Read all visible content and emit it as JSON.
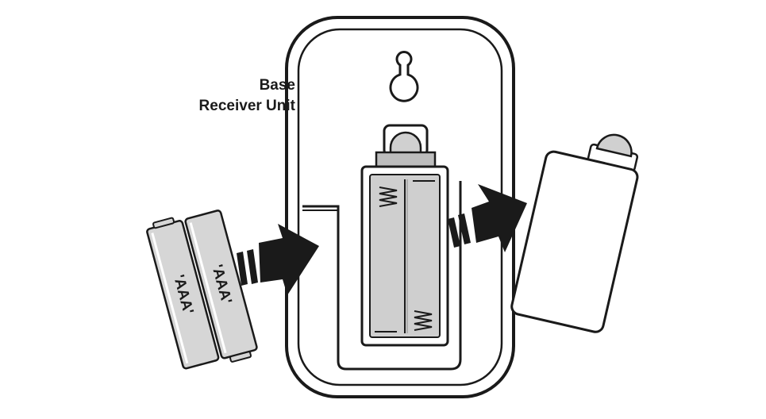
{
  "label": {
    "line1": "Base",
    "line2": "Receiver Unit"
  },
  "batteries": [
    {
      "label": "'AAA'"
    },
    {
      "label": "'AAA'"
    }
  ],
  "colors": {
    "outline": "#1a1a1a",
    "compartment_fill": "#cfcfcf",
    "battery_fill": "#d6d6d6",
    "arrow_fill": "#1a1a1a"
  },
  "icons": [
    "keyhole-icon",
    "spring-contact-icon",
    "arrow-icon"
  ]
}
